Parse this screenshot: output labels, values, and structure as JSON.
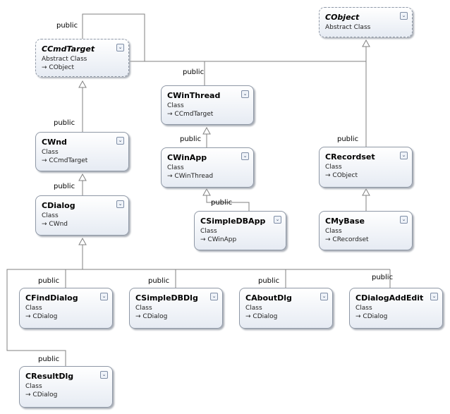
{
  "relation_label": "public",
  "arrow_glyph": "→",
  "toggle_glyph": "⌄",
  "classes": {
    "CCmdTarget": {
      "name": "CCmdTarget",
      "kind": "Abstract Class",
      "base": "CObject"
    },
    "CObject": {
      "name": "CObject",
      "kind": "Abstract Class"
    },
    "CWinThread": {
      "name": "CWinThread",
      "kind": "Class",
      "base": "CCmdTarget"
    },
    "CWnd": {
      "name": "CWnd",
      "kind": "Class",
      "base": "CCmdTarget"
    },
    "CWinApp": {
      "name": "CWinApp",
      "kind": "Class",
      "base": "CWinThread"
    },
    "CRecordset": {
      "name": "CRecordset",
      "kind": "Class",
      "base": "CObject"
    },
    "CDialog": {
      "name": "CDialog",
      "kind": "Class",
      "base": "CWnd"
    },
    "CSimpleDBApp": {
      "name": "CSimpleDBApp",
      "kind": "Class",
      "base": "CWinApp"
    },
    "CMyBase": {
      "name": "CMyBase",
      "kind": "Class",
      "base": "CRecordset"
    },
    "CFindDialog": {
      "name": "CFindDialog",
      "kind": "Class",
      "base": "CDialog"
    },
    "CSimpleDBDlg": {
      "name": "CSimpleDBDlg",
      "kind": "Class",
      "base": "CDialog"
    },
    "CAboutDlg": {
      "name": "CAboutDlg",
      "kind": "Class",
      "base": "CDialog"
    },
    "CDialogAddEdit": {
      "name": "CDialogAddEdit",
      "kind": "Class",
      "base": "CDialog"
    },
    "CResultDlg": {
      "name": "CResultDlg",
      "kind": "Class",
      "base": "CDialog"
    }
  }
}
